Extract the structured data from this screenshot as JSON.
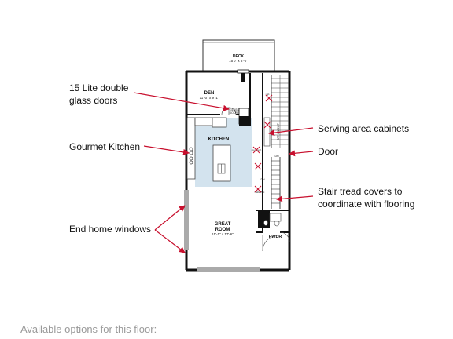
{
  "callouts": {
    "glass_doors_line1": "15 Lite double",
    "glass_doors_line2": "glass doors",
    "gourmet_kitchen": "Gourmet Kitchen",
    "end_home_windows": "End home windows",
    "serving_cabinets": "Serving area cabinets",
    "door": "Door",
    "stair_line1": "Stair tread covers to",
    "stair_line2": "coordinate with flooring"
  },
  "rooms": {
    "deck": {
      "name": "DECK",
      "dims": "15'0\" x 8'-0\""
    },
    "den": {
      "name": "DEN",
      "dims": "11'-0\" x 9'-1\""
    },
    "kitchen": {
      "name": "KITCHEN"
    },
    "great_room": {
      "name": "GREAT",
      "name2": "ROOM",
      "dims": "15'-1\" x 17'-6\""
    },
    "powder": {
      "name": "PWDR"
    }
  },
  "small_labels": {
    "glass_doors": "GLASS",
    "glass_doors2": "DOORS",
    "serving_cabinet": "OPT. CABINET",
    "up": "UP",
    "dn": "DN",
    "railing1": "RAILING",
    "railing2": "RAILING"
  },
  "footer": "Available options for this floor:",
  "colors": {
    "callout_arrow": "#c8102e",
    "kitchen_highlight": "#d3e3ee",
    "wall": "#111111"
  }
}
